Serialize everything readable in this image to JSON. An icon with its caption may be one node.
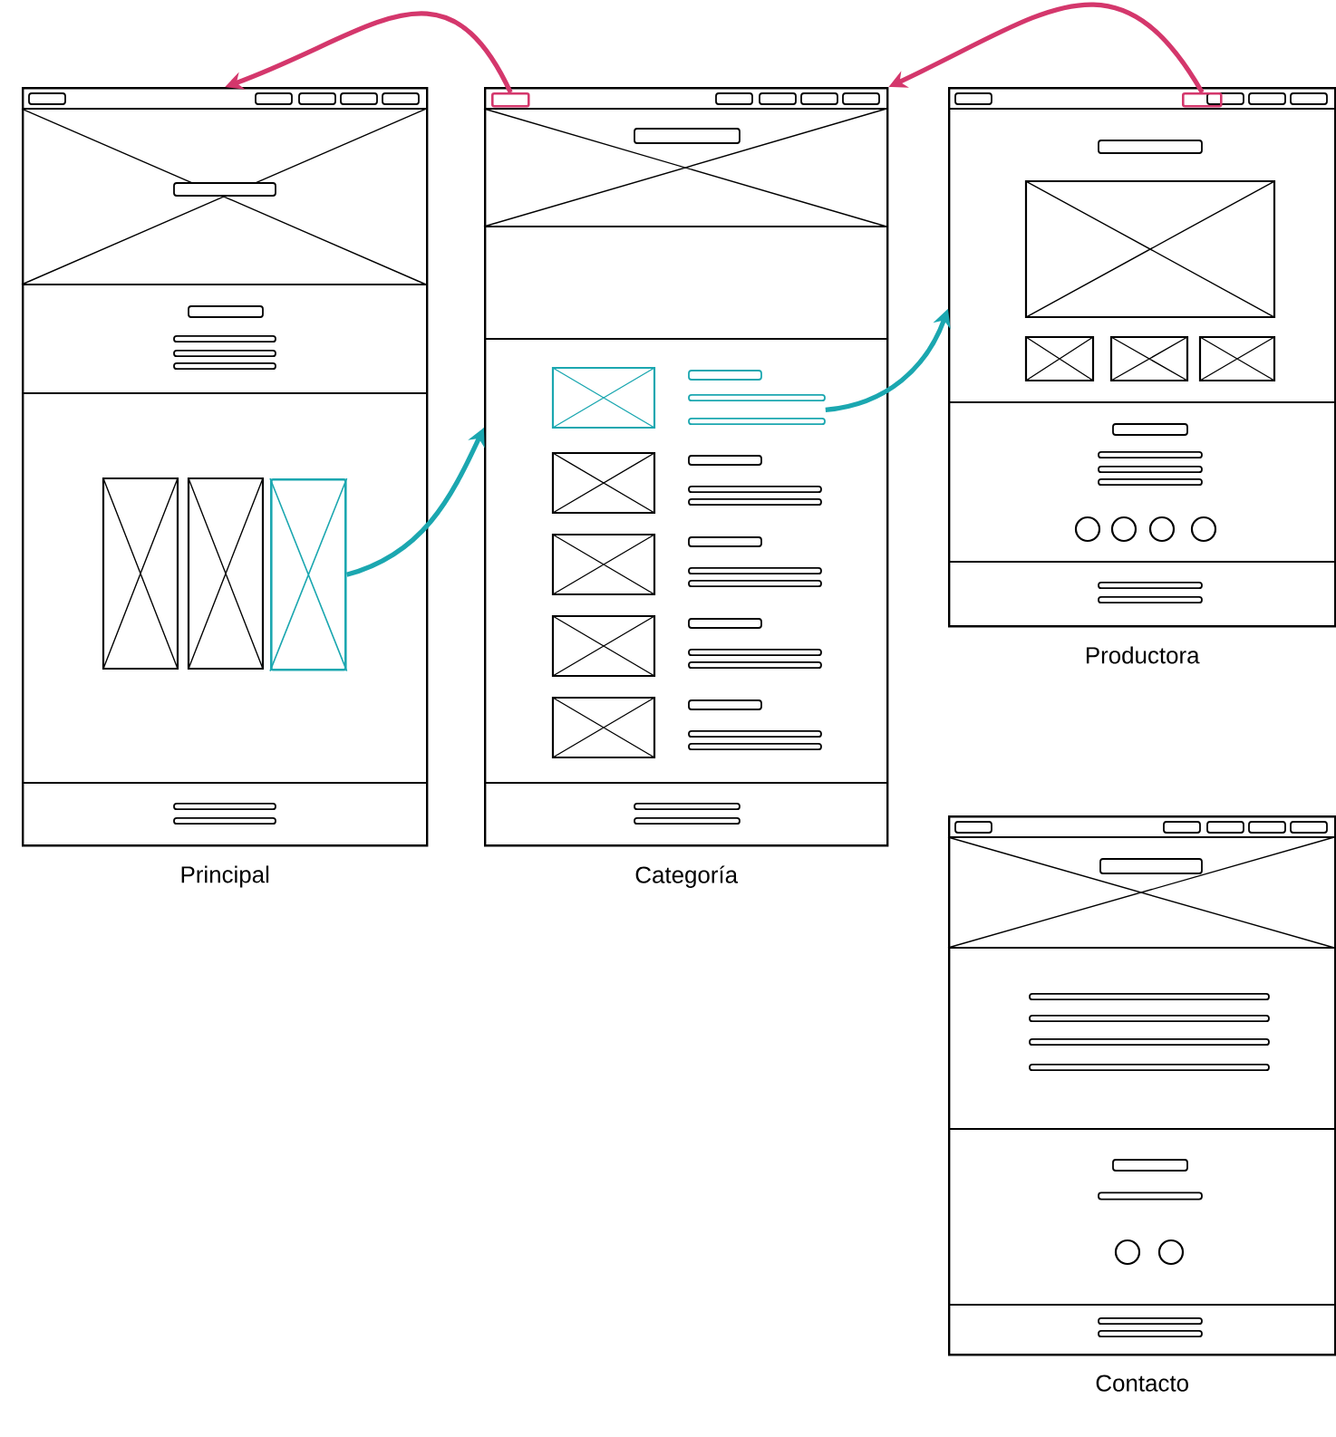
{
  "diagram": {
    "nodes": [
      {
        "text": [
          "Principal"
        ]
      },
      {
        "text": [],
        "shape": "box",
        "in": 0
      },
      {
        "text": [
          "Categoría"
        ]
      },
      {
        "text": [],
        "shape": "bar",
        "in": 2
      },
      {
        "text": [],
        "shape": "box",
        "in": 2
      },
      {
        "text": [
          "Productora"
        ]
      },
      {
        "text": [],
        "shape": "box",
        "in": 5
      },
      {
        "text": [
          "Contacto"
        ]
      }
    ],
    "edges": [
      {
        "from": 1,
        "to": 2,
        "arrow": "to",
        "color": "#1ba7b0"
      },
      {
        "from": 3,
        "to": 5,
        "arrow": "to",
        "color": "#1ba7b0"
      },
      {
        "from": 4,
        "to": 0,
        "arrow": "to",
        "color": "#d4376c"
      },
      {
        "from": 6,
        "to": 2,
        "arrow": "to",
        "color": "#d4376c"
      }
    ]
  }
}
